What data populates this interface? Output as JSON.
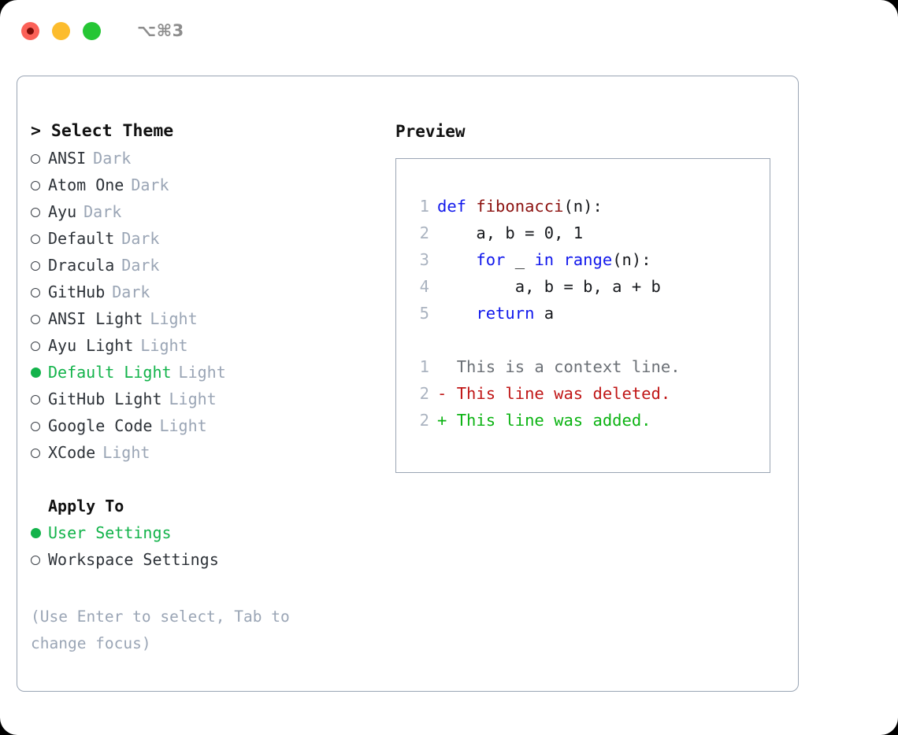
{
  "window": {
    "shortcut_label": "⌥⌘3",
    "traffic_lights": [
      "close-button",
      "minimize-button",
      "maximize-button"
    ]
  },
  "theme_picker": {
    "header_caret": ">",
    "header": "Select Theme",
    "options": [
      {
        "label": "ANSI",
        "tag": "Dark",
        "selected": false
      },
      {
        "label": "Atom One",
        "tag": "Dark",
        "selected": false
      },
      {
        "label": "Ayu",
        "tag": "Dark",
        "selected": false
      },
      {
        "label": "Default",
        "tag": "Dark",
        "selected": false
      },
      {
        "label": "Dracula",
        "tag": "Dark",
        "selected": false
      },
      {
        "label": "GitHub",
        "tag": "Dark",
        "selected": false
      },
      {
        "label": "ANSI Light",
        "tag": "Light",
        "selected": false
      },
      {
        "label": "Ayu Light",
        "tag": "Light",
        "selected": false
      },
      {
        "label": "Default Light",
        "tag": "Light",
        "selected": true
      },
      {
        "label": "GitHub Light",
        "tag": "Light",
        "selected": false
      },
      {
        "label": "Google Code",
        "tag": "Light",
        "selected": false
      },
      {
        "label": "XCode",
        "tag": "Light",
        "selected": false
      }
    ]
  },
  "apply_to": {
    "header": "Apply To",
    "options": [
      {
        "label": "User Settings",
        "selected": true
      },
      {
        "label": "Workspace Settings",
        "selected": false
      }
    ]
  },
  "hint": "(Use Enter to select, Tab to change focus)",
  "preview": {
    "title": "Preview",
    "code_lines": [
      {
        "number": "1",
        "tokens": [
          {
            "t": "def ",
            "k": "kw"
          },
          {
            "t": "fibonacci",
            "k": "fn"
          },
          {
            "t": "(n):",
            "k": "plain"
          }
        ]
      },
      {
        "number": "2",
        "tokens": [
          {
            "t": "    a, b = 0, 1",
            "k": "plain"
          }
        ]
      },
      {
        "number": "3",
        "tokens": [
          {
            "t": "    ",
            "k": "plain"
          },
          {
            "t": "for",
            "k": "kw"
          },
          {
            "t": " _ ",
            "k": "plain"
          },
          {
            "t": "in",
            "k": "kw"
          },
          {
            "t": " ",
            "k": "plain"
          },
          {
            "t": "range",
            "k": "kw"
          },
          {
            "t": "(n):",
            "k": "plain"
          }
        ]
      },
      {
        "number": "4",
        "tokens": [
          {
            "t": "        a, b = b, a + b",
            "k": "plain"
          }
        ]
      },
      {
        "number": "5",
        "tokens": [
          {
            "t": "    ",
            "k": "plain"
          },
          {
            "t": "return",
            "k": "kw"
          },
          {
            "t": " a",
            "k": "plain"
          }
        ]
      }
    ],
    "diff_lines": [
      {
        "number": "1",
        "sign": "  ",
        "text": "This is a context line.",
        "kind": "ctx"
      },
      {
        "number": "2",
        "sign": "- ",
        "text": "This line was deleted.",
        "kind": "del"
      },
      {
        "number": "2",
        "sign": "+ ",
        "text": "This line was added.",
        "kind": "add"
      }
    ]
  },
  "colors": {
    "accent_green": "#12b34a",
    "muted": "#9aa5b5",
    "keyword": "#1118ec",
    "function": "#8c1210",
    "diff_added": "#0bb312",
    "diff_deleted": "#c01616",
    "border": "#9aa5b4"
  }
}
